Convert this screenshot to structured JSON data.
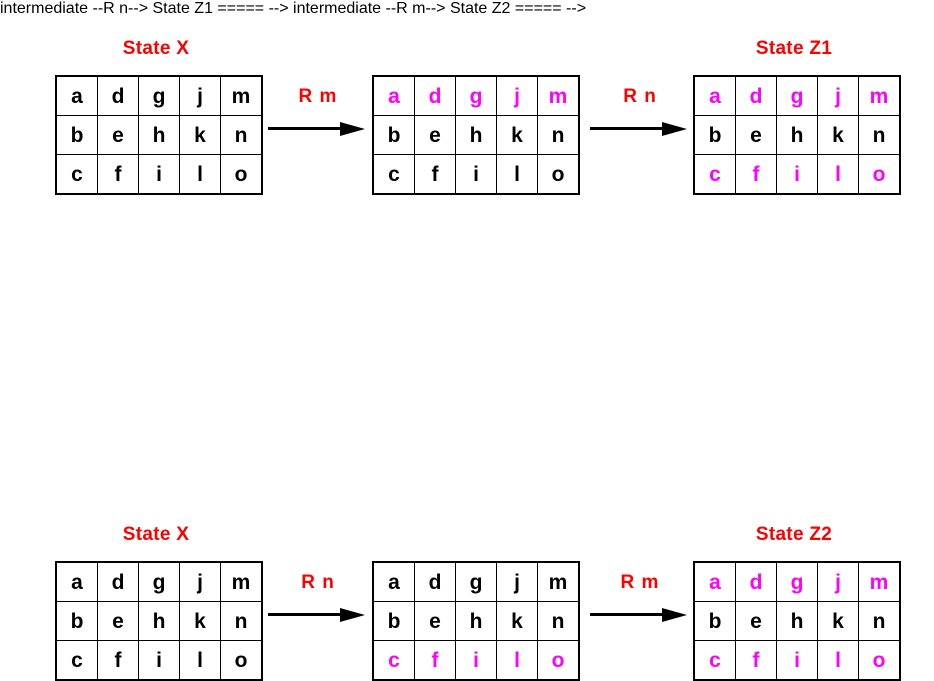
{
  "colors": {
    "highlight": "#ff00ff",
    "title": "#ff0000",
    "text": "#000000",
    "border": "#000000",
    "background": "#ffffff"
  },
  "diagram": {
    "rows": [
      {
        "id": "path-1",
        "stages": [
          {
            "name": "state-x-top",
            "title": "State X",
            "grid": [
              [
                {
                  "t": "a",
                  "hl": false
                },
                {
                  "t": "d",
                  "hl": false
                },
                {
                  "t": "g",
                  "hl": false
                },
                {
                  "t": "j",
                  "hl": false
                },
                {
                  "t": "m",
                  "hl": false
                }
              ],
              [
                {
                  "t": "b",
                  "hl": false
                },
                {
                  "t": "e",
                  "hl": false
                },
                {
                  "t": "h",
                  "hl": false
                },
                {
                  "t": "k",
                  "hl": false
                },
                {
                  "t": "n",
                  "hl": false
                }
              ],
              [
                {
                  "t": "c",
                  "hl": false
                },
                {
                  "t": "f",
                  "hl": false
                },
                {
                  "t": "i",
                  "hl": false
                },
                {
                  "t": "l",
                  "hl": false
                },
                {
                  "t": "o",
                  "hl": false
                }
              ]
            ]
          },
          {
            "name": "state-intermediate-top",
            "title": "",
            "grid": [
              [
                {
                  "t": "a",
                  "hl": true
                },
                {
                  "t": "d",
                  "hl": true
                },
                {
                  "t": "g",
                  "hl": true
                },
                {
                  "t": "j",
                  "hl": true
                },
                {
                  "t": "m",
                  "hl": true
                }
              ],
              [
                {
                  "t": "b",
                  "hl": false
                },
                {
                  "t": "e",
                  "hl": false
                },
                {
                  "t": "h",
                  "hl": false
                },
                {
                  "t": "k",
                  "hl": false
                },
                {
                  "t": "n",
                  "hl": false
                }
              ],
              [
                {
                  "t": "c",
                  "hl": false
                },
                {
                  "t": "f",
                  "hl": false
                },
                {
                  "t": "i",
                  "hl": false
                },
                {
                  "t": "l",
                  "hl": false
                },
                {
                  "t": "o",
                  "hl": false
                }
              ]
            ]
          },
          {
            "name": "state-z1",
            "title": "State Z1",
            "grid": [
              [
                {
                  "t": "a",
                  "hl": true
                },
                {
                  "t": "d",
                  "hl": true
                },
                {
                  "t": "g",
                  "hl": true
                },
                {
                  "t": "j",
                  "hl": true
                },
                {
                  "t": "m",
                  "hl": true
                }
              ],
              [
                {
                  "t": "b",
                  "hl": false
                },
                {
                  "t": "e",
                  "hl": false
                },
                {
                  "t": "h",
                  "hl": false
                },
                {
                  "t": "k",
                  "hl": false
                },
                {
                  "t": "n",
                  "hl": false
                }
              ],
              [
                {
                  "t": "c",
                  "hl": true
                },
                {
                  "t": "f",
                  "hl": true
                },
                {
                  "t": "i",
                  "hl": true
                },
                {
                  "t": "l",
                  "hl": true
                },
                {
                  "t": "o",
                  "hl": true
                }
              ]
            ]
          }
        ],
        "transitions": [
          {
            "name": "transition-rm-top",
            "label": "R m"
          },
          {
            "name": "transition-rn-top",
            "label": "R n"
          }
        ]
      },
      {
        "id": "path-2",
        "stages": [
          {
            "name": "state-x-bottom",
            "title": "State X",
            "grid": [
              [
                {
                  "t": "a",
                  "hl": false
                },
                {
                  "t": "d",
                  "hl": false
                },
                {
                  "t": "g",
                  "hl": false
                },
                {
                  "t": "j",
                  "hl": false
                },
                {
                  "t": "m",
                  "hl": false
                }
              ],
              [
                {
                  "t": "b",
                  "hl": false
                },
                {
                  "t": "e",
                  "hl": false
                },
                {
                  "t": "h",
                  "hl": false
                },
                {
                  "t": "k",
                  "hl": false
                },
                {
                  "t": "n",
                  "hl": false
                }
              ],
              [
                {
                  "t": "c",
                  "hl": false
                },
                {
                  "t": "f",
                  "hl": false
                },
                {
                  "t": "i",
                  "hl": false
                },
                {
                  "t": "l",
                  "hl": false
                },
                {
                  "t": "o",
                  "hl": false
                }
              ]
            ]
          },
          {
            "name": "state-intermediate-bottom",
            "title": "",
            "grid": [
              [
                {
                  "t": "a",
                  "hl": false
                },
                {
                  "t": "d",
                  "hl": false
                },
                {
                  "t": "g",
                  "hl": false
                },
                {
                  "t": "j",
                  "hl": false
                },
                {
                  "t": "m",
                  "hl": false
                }
              ],
              [
                {
                  "t": "b",
                  "hl": false
                },
                {
                  "t": "e",
                  "hl": false
                },
                {
                  "t": "h",
                  "hl": false
                },
                {
                  "t": "k",
                  "hl": false
                },
                {
                  "t": "n",
                  "hl": false
                }
              ],
              [
                {
                  "t": "c",
                  "hl": true
                },
                {
                  "t": "f",
                  "hl": true
                },
                {
                  "t": "i",
                  "hl": true
                },
                {
                  "t": "l",
                  "hl": true
                },
                {
                  "t": "o",
                  "hl": true
                }
              ]
            ]
          },
          {
            "name": "state-z2",
            "title": "State Z2",
            "grid": [
              [
                {
                  "t": "a",
                  "hl": true
                },
                {
                  "t": "d",
                  "hl": true
                },
                {
                  "t": "g",
                  "hl": true
                },
                {
                  "t": "j",
                  "hl": true
                },
                {
                  "t": "m",
                  "hl": true
                }
              ],
              [
                {
                  "t": "b",
                  "hl": false
                },
                {
                  "t": "e",
                  "hl": false
                },
                {
                  "t": "h",
                  "hl": false
                },
                {
                  "t": "k",
                  "hl": false
                },
                {
                  "t": "n",
                  "hl": false
                }
              ],
              [
                {
                  "t": "c",
                  "hl": true
                },
                {
                  "t": "f",
                  "hl": true
                },
                {
                  "t": "i",
                  "hl": true
                },
                {
                  "t": "l",
                  "hl": true
                },
                {
                  "t": "o",
                  "hl": true
                }
              ]
            ]
          }
        ],
        "transitions": [
          {
            "name": "transition-rn-bottom",
            "label": "R n"
          },
          {
            "name": "transition-rm-bottom",
            "label": "R m"
          }
        ]
      }
    ]
  }
}
